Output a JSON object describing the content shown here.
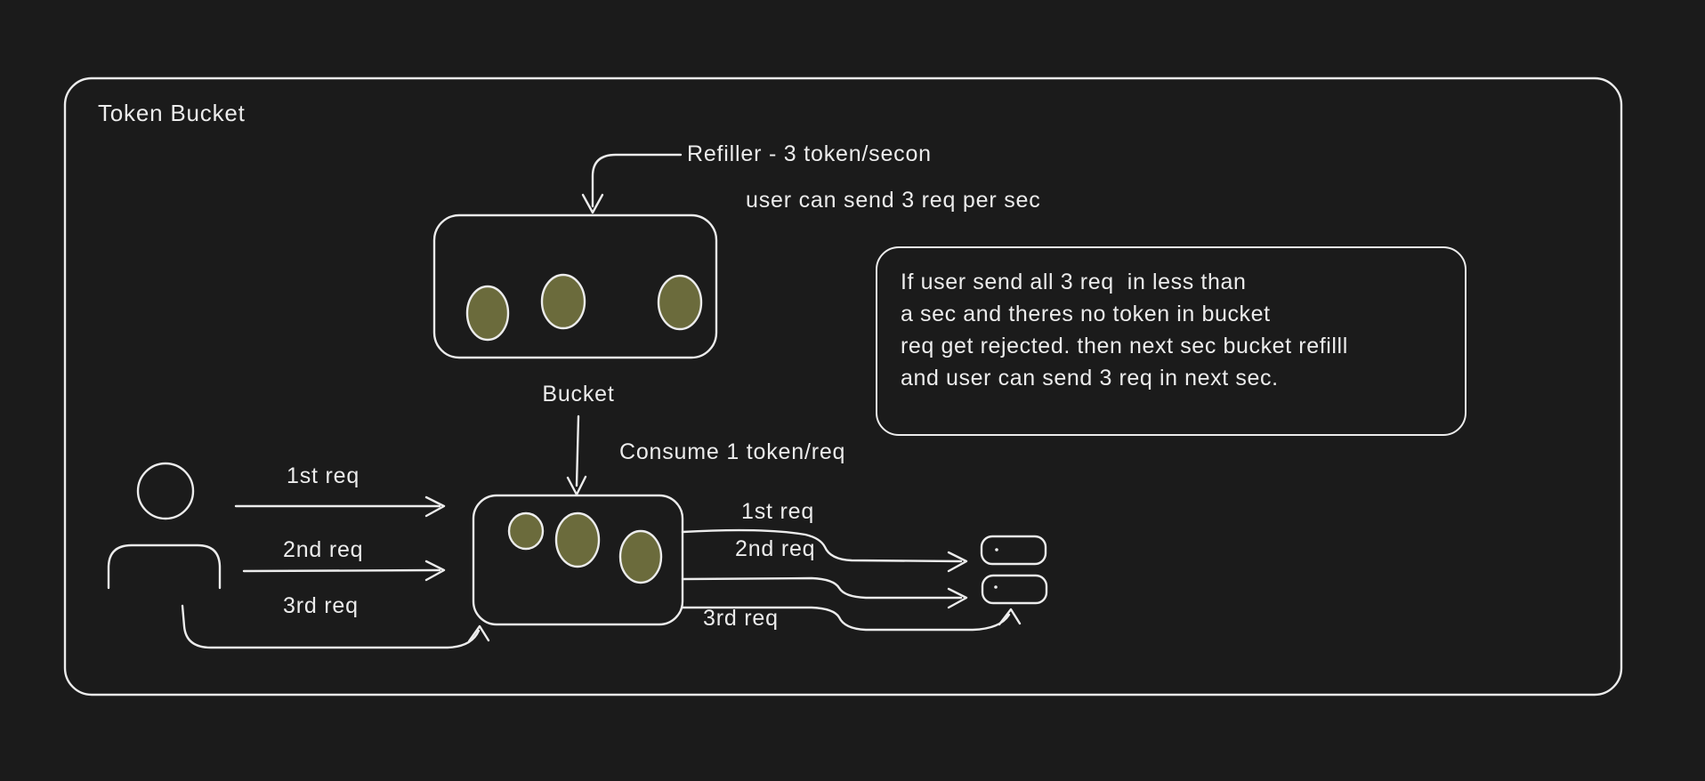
{
  "colors": {
    "background": "#1b1b1b",
    "stroke": "#ececec",
    "token_fill": "#6b6b3c"
  },
  "title": "Token Bucket",
  "refiller": {
    "label": "Refiller - 3 token/secon",
    "rate_note": "user can send 3 req per sec"
  },
  "bucket": {
    "label": "Bucket",
    "consume_label": "Consume 1 token/req",
    "top_bucket_tokens": 3,
    "lower_bucket_tokens": 3
  },
  "requests_out": {
    "first": "1st req",
    "second": "2nd req",
    "third": "3rd req"
  },
  "requests_in": {
    "first": "1st req",
    "second": "2nd req",
    "third": "3rd req"
  },
  "note": {
    "line1": "If user send all 3 req  in less than",
    "line2": "a sec and theres no token in bucket",
    "line3": "req get rejected. then next sec bucket refilll",
    "line4": "and user can send 3 req in next sec."
  }
}
